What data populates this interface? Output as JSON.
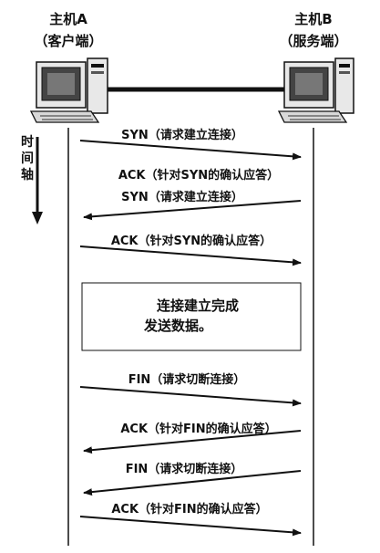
{
  "host_a": {
    "name": "主机A",
    "role": "（客户端）"
  },
  "host_b": {
    "name": "主机B",
    "role": "（服务端）"
  },
  "time_axis": [
    "时",
    "间",
    "轴"
  ],
  "status_box": {
    "lines": [
      "连接建立完成",
      "发送数据。"
    ]
  },
  "messages": [
    {
      "label": "SYN（请求建立连接）",
      "direction": "A→B"
    },
    {
      "label": "ACK（针对SYN的确认应答）",
      "direction": "B→A"
    },
    {
      "label": "SYN（请求建立连接）",
      "direction": "B→A"
    },
    {
      "label": "ACK（针对SYN的确认应答）",
      "direction": "A→B"
    },
    {
      "label": "FIN（请求切断连接）",
      "direction": "A→B"
    },
    {
      "label": "ACK（针对FIN的确认应答）",
      "direction": "B→A"
    },
    {
      "label": "FIN（请求切断连接）",
      "direction": "B→A"
    },
    {
      "label": "ACK（针对FIN的确认应答）",
      "direction": "A→B"
    }
  ]
}
